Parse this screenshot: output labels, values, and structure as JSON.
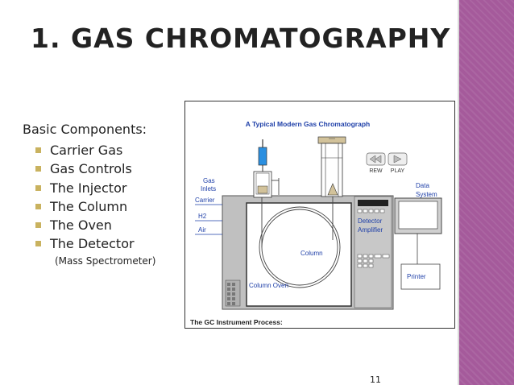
{
  "slide": {
    "title": "1.  GAS CHROMATOGRAPHY",
    "list_heading": "Basic Components:",
    "bullets": [
      "Carrier Gas",
      "Gas Controls",
      "The Injector",
      "The Column",
      "The Oven",
      "The Detector"
    ],
    "sub_note": "(Mass Spectrometer)",
    "page_number": "11"
  },
  "figure": {
    "title": "A Typical Modern Gas Chromatograph",
    "caption": "The GC Instrument Process:",
    "labels": {
      "gas": "Gas",
      "inlets": "Inlets",
      "carrier": "Carrier",
      "h2": "H2",
      "air": "Air",
      "column": "Column",
      "column_oven": "Column Oven",
      "detector": "Detector",
      "amplifier": "Amplifier",
      "data": "Data",
      "system": "System",
      "printer": "Printer",
      "rew": "REW",
      "play": "PLAY"
    },
    "colors": {
      "label_blue": "#1e3fa8",
      "syringe_blue": "#2b8fe0",
      "accent_purple": "#a55a9b",
      "bullet_gold": "#c9b25f",
      "machine_gray": "#c0c0c0",
      "inlet_tan": "#d2c29a"
    }
  }
}
